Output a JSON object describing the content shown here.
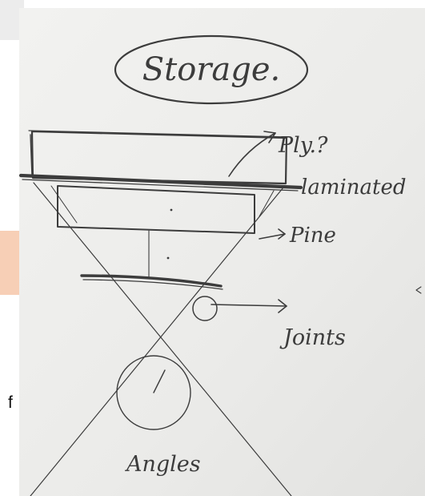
{
  "margin_text": {
    "clipped_letter": "f"
  },
  "sketch": {
    "title": "Storage.",
    "labels": {
      "ply": "Ply.?",
      "laminated": "laminated",
      "pine": "Pine",
      "joints": "Joints",
      "angles": "Angles"
    }
  },
  "colors": {
    "paper": "#eeeeec",
    "pencil": "#3c3c3c",
    "peach_block": "#f7cfb6",
    "top_band": "#ececec"
  }
}
